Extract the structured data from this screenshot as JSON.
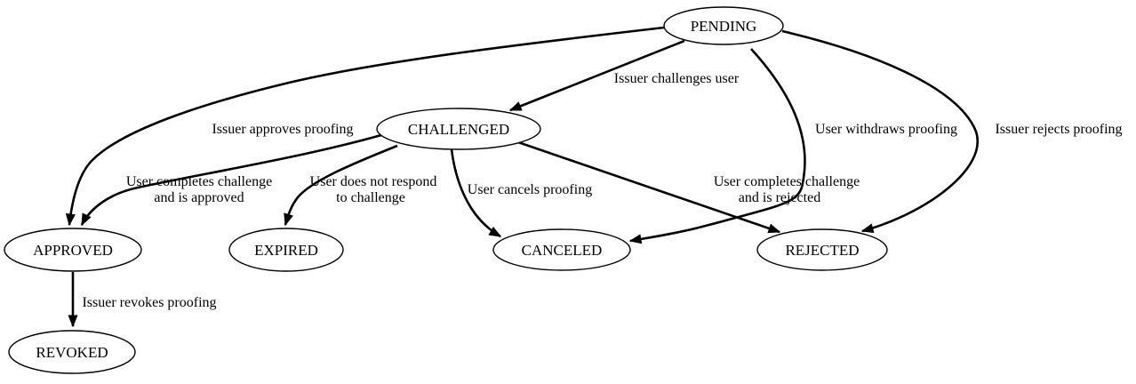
{
  "diagram": {
    "kind": "state-machine-graph",
    "colors": {
      "background": "#ffffff",
      "node_fill": "#ffffff",
      "stroke": "#000000",
      "text": "#000000"
    },
    "nodes": {
      "pending": {
        "label": "PENDING"
      },
      "challenged": {
        "label": "CHALLENGED"
      },
      "approved": {
        "label": "APPROVED"
      },
      "expired": {
        "label": "EXPIRED"
      },
      "canceled": {
        "label": "CANCELED"
      },
      "rejected": {
        "label": "REJECTED"
      },
      "revoked": {
        "label": "REVOKED"
      }
    },
    "edges": {
      "pending_challenged": {
        "from": "PENDING",
        "to": "CHALLENGED",
        "label": "Issuer challenges user"
      },
      "pending_approved": {
        "from": "PENDING",
        "to": "APPROVED",
        "label": "Issuer approves proofing"
      },
      "pending_canceled": {
        "from": "PENDING",
        "to": "CANCELED",
        "label": "User withdraws proofing"
      },
      "pending_rejected": {
        "from": "PENDING",
        "to": "REJECTED",
        "label": "Issuer rejects proofing"
      },
      "challenged_approved": {
        "from": "CHALLENGED",
        "to": "APPROVED",
        "label_line1": "User completes challenge",
        "label_line2": "and is approved"
      },
      "challenged_expired": {
        "from": "CHALLENGED",
        "to": "EXPIRED",
        "label_line1": "User does not respond",
        "label_line2": "to challenge"
      },
      "challenged_canceled": {
        "from": "CHALLENGED",
        "to": "CANCELED",
        "label": "User cancels proofing"
      },
      "challenged_rejected": {
        "from": "CHALLENGED",
        "to": "REJECTED",
        "label_line1": "User completes challenge",
        "label_line2": "and is rejected"
      },
      "approved_revoked": {
        "from": "APPROVED",
        "to": "REVOKED",
        "label": "Issuer revokes proofing"
      }
    }
  }
}
